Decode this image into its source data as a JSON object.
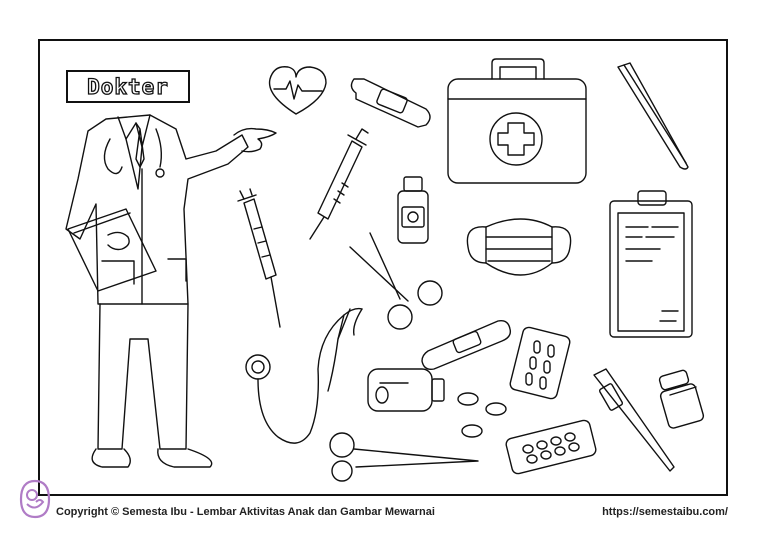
{
  "title": "Dokter",
  "footer": {
    "copyright": "Copyright © Semesta Ibu - Lembar Aktivitas Anak dan Gambar Mewarnai",
    "url": "https://semestaibu.com/"
  },
  "colors": {
    "line": "#111111",
    "logo": "#b07cc6",
    "background": "#ffffff"
  },
  "icons": [
    "doctor-figure",
    "heart-pulse-icon",
    "bandage-icon",
    "medical-kit-icon",
    "tweezers-icon",
    "syringe-icon",
    "medicine-bottle-icon",
    "face-mask-icon",
    "clipboard-icon",
    "scissors-icon",
    "stethoscope-icon",
    "pill-blister-icon",
    "thermometer-icon",
    "pill-jar-icon",
    "capsule-bottle-icon",
    "tablets-icon",
    "surgical-scissors-icon"
  ]
}
